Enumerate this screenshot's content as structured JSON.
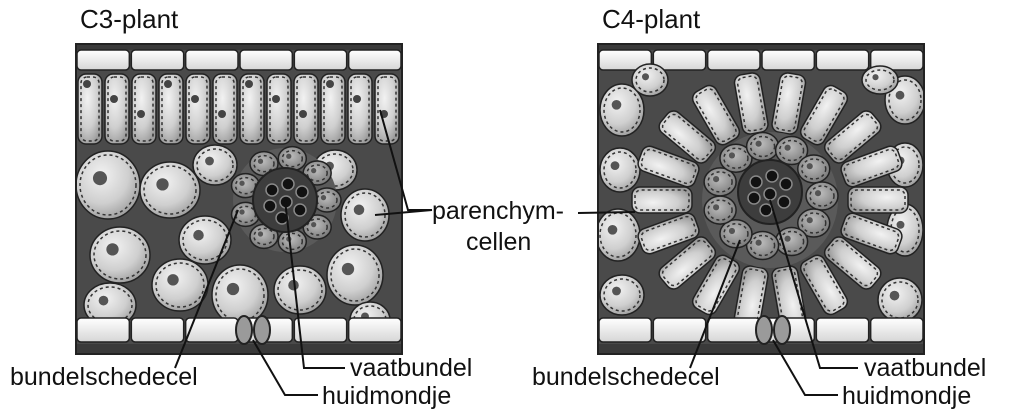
{
  "panels": [
    {
      "title": "C3-plant"
    },
    {
      "title": "C4-plant"
    }
  ],
  "labels": {
    "parenchym_line1": "parenchym-",
    "parenchym_line2": "cellen",
    "bundelschedecel": "bundelschedecel",
    "vaatbundel": "vaatbundel",
    "huidmondje": "huidmondje"
  }
}
